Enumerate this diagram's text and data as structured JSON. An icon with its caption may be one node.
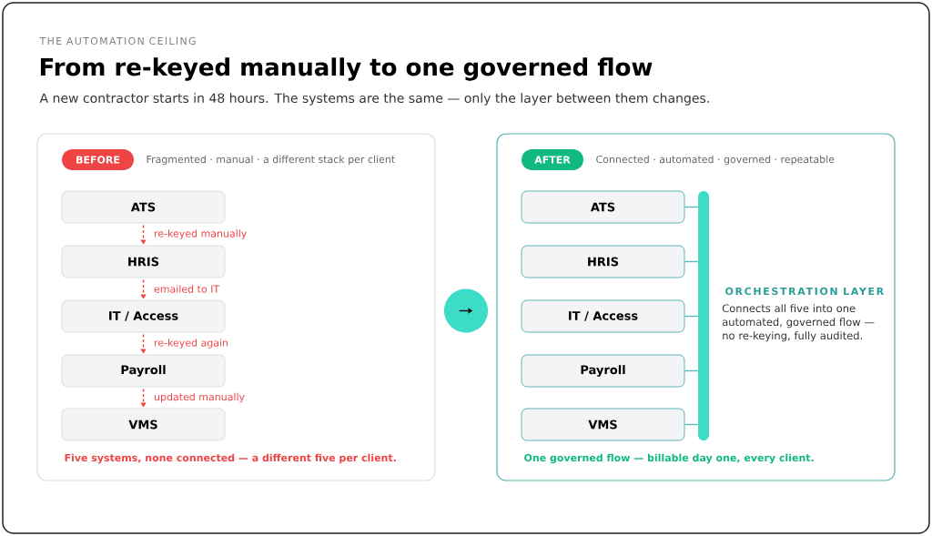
{
  "diagram": {
    "title": "From re-keyed manually to one governed flow",
    "nodes": [
      {
        "text": [
          "Fragmented · manual · a different stack per client",
          "Five systems, none connected — a different five per client."
        ]
      },
      {
        "text": [
          "BEFORE"
        ],
        "in": 0
      },
      {
        "text": [
          "ATS"
        ],
        "in": 0
      },
      {
        "text": [
          "HRIS"
        ],
        "in": 0
      },
      {
        "text": [
          "IT / Access"
        ],
        "in": 0
      },
      {
        "text": [
          "Payroll"
        ],
        "in": 0
      },
      {
        "text": [
          "VMS"
        ],
        "in": 0
      },
      {
        "text": [
          "Connected · automated · governed · repeatable",
          "One governed flow — billable day one, every client."
        ]
      },
      {
        "text": [
          "AFTER"
        ],
        "in": 7
      },
      {
        "text": [
          "ATS"
        ],
        "in": 7
      },
      {
        "text": [
          "HRIS"
        ],
        "in": 7
      },
      {
        "text": [
          "IT / Access"
        ],
        "in": 7
      },
      {
        "text": [
          "Payroll"
        ],
        "in": 7
      },
      {
        "text": [
          "VMS"
        ],
        "in": 7
      },
      {
        "text": [],
        "shape": "bar",
        "in": 7,
        "beside": [
          "ORCHESTRATION LAYER",
          "Connects all five into one automated, governed flow — no re-keying, fully audited."
        ]
      }
    ],
    "edges": [
      {
        "from": 2,
        "to": 3,
        "arrow": "to",
        "label": "re-keyed manually",
        "style": "dashed",
        "color": "#ef4444"
      },
      {
        "from": 3,
        "to": 4,
        "arrow": "to",
        "label": "emailed to IT",
        "style": "dashed",
        "color": "#ef4444"
      },
      {
        "from": 4,
        "to": 5,
        "arrow": "to",
        "label": "re-keyed again",
        "style": "dashed",
        "color": "#ef4444"
      },
      {
        "from": 5,
        "to": 6,
        "arrow": "to",
        "label": "updated manually",
        "style": "dashed",
        "color": "#ef4444"
      },
      {
        "from": 9,
        "to": 14,
        "arrow": "none",
        "color": "#5fb8b5"
      },
      {
        "from": 10,
        "to": 14,
        "arrow": "none",
        "color": "#5fb8b5"
      },
      {
        "from": 11,
        "to": 14,
        "arrow": "none",
        "color": "#5fb8b5"
      },
      {
        "from": 12,
        "to": 14,
        "arrow": "none",
        "color": "#5fb8b5"
      },
      {
        "from": 13,
        "to": 14,
        "arrow": "none",
        "color": "#5fb8b5"
      },
      {
        "from": 0,
        "to": 7,
        "arrow": "to",
        "color": "#111111"
      }
    ],
    "labels": [
      "THE AUTOMATION CEILING",
      "A new contractor starts in 48 hours. The systems are the same — only the layer between them changes."
    ]
  }
}
